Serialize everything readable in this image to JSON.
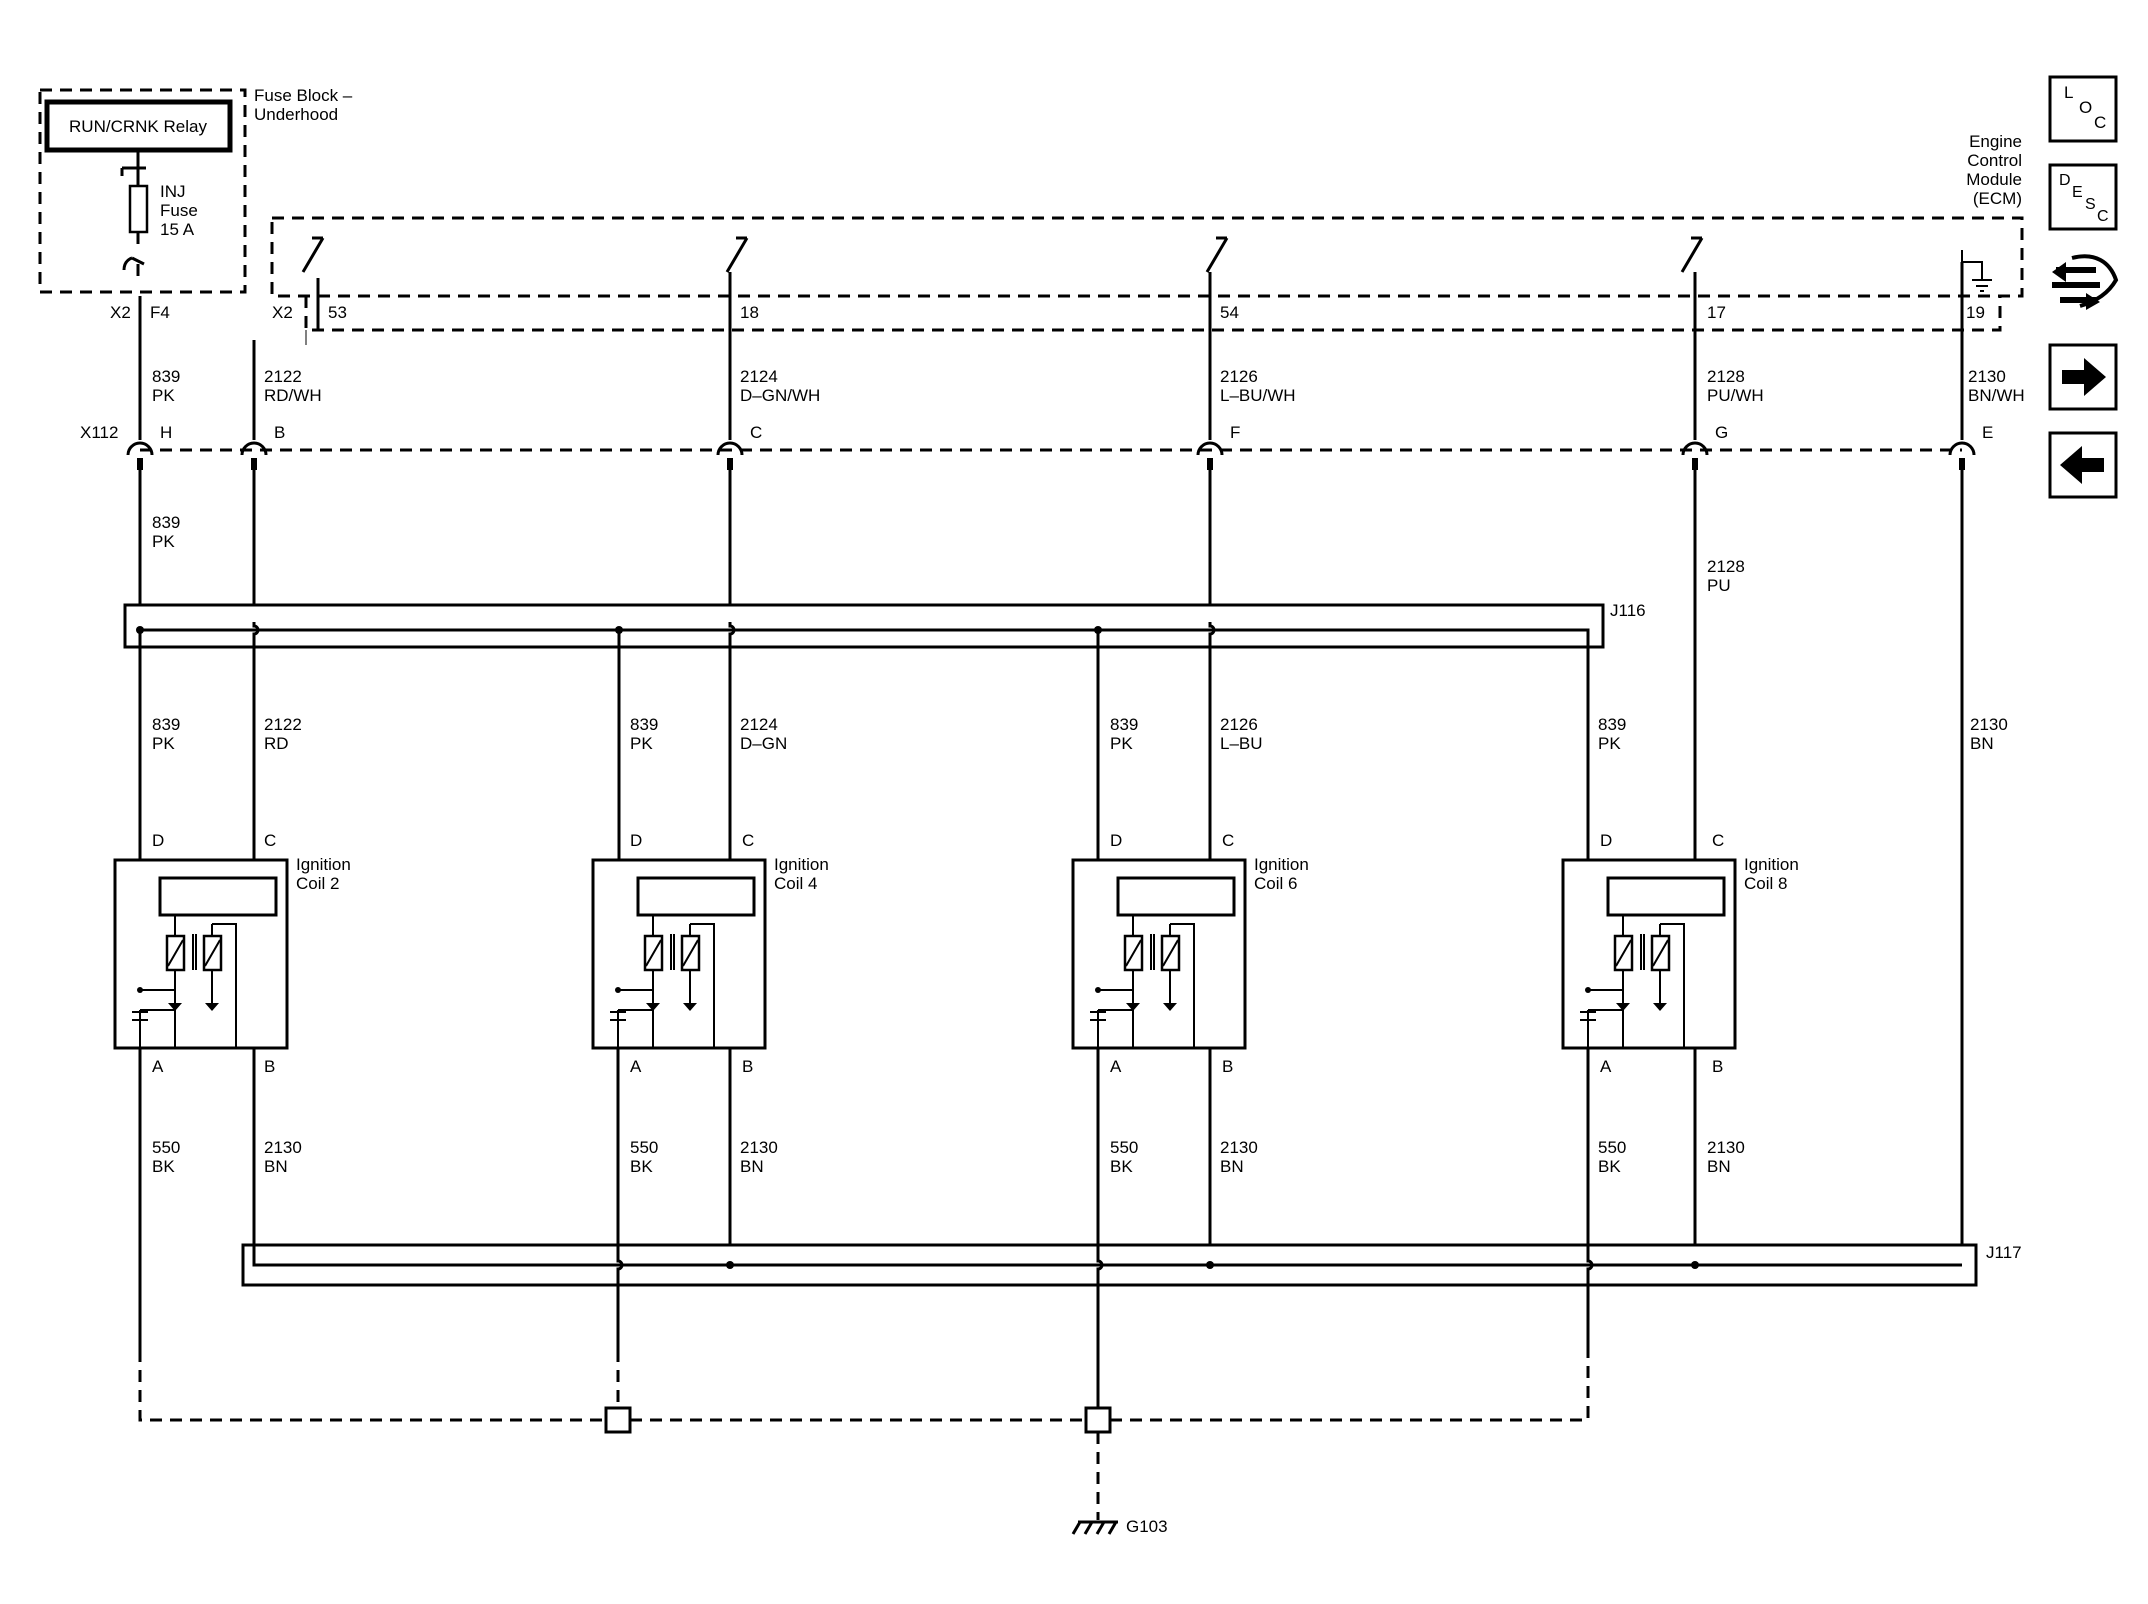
{
  "fuse_block": {
    "title_line1": "Fuse Block –",
    "title_line2": "Underhood",
    "relay": "RUN/CRNK Relay",
    "fuse_line1": "INJ",
    "fuse_line2": "Fuse",
    "fuse_line3": "15 A",
    "conn": "X2",
    "pin": "F4"
  },
  "ecm": {
    "title_lines": [
      "Engine",
      "Control",
      "Module",
      "(ECM)"
    ],
    "conn": "X2",
    "pins": [
      "53",
      "18",
      "54",
      "17",
      "19"
    ]
  },
  "top_wires": [
    {
      "circuit": "839",
      "color": "PK"
    },
    {
      "circuit": "2122",
      "color": "RD/WH"
    },
    {
      "circuit": "2124",
      "color": "D–GN/WH"
    },
    {
      "circuit": "2126",
      "color": "L–BU/WH"
    },
    {
      "circuit": "2128",
      "color": "PU/WH"
    },
    {
      "circuit": "2130",
      "color": "BN/WH"
    }
  ],
  "x112": {
    "name": "X112",
    "pins": [
      "H",
      "B",
      "C",
      "F",
      "G",
      "E"
    ]
  },
  "mid_wires": [
    {
      "circuit": "839",
      "color": "PK"
    },
    {
      "circuit": "2128",
      "color": "PU"
    }
  ],
  "splices": {
    "j116": "J116",
    "j117": "J117"
  },
  "coil_feed_wires": [
    {
      "pk_circuit": "839",
      "pk_color": "PK",
      "sig_circuit": "2122",
      "sig_color": "RD"
    },
    {
      "pk_circuit": "839",
      "pk_color": "PK",
      "sig_circuit": "2124",
      "sig_color": "D–GN"
    },
    {
      "pk_circuit": "839",
      "pk_color": "PK",
      "sig_circuit": "2126",
      "sig_color": "L–BU"
    },
    {
      "pk_circuit": "839",
      "pk_color": "PK",
      "sig_circuit": "2128",
      "sig_color": ""
    }
  ],
  "bn_wire": {
    "circuit": "2130",
    "color": "BN"
  },
  "coils": [
    {
      "name_line1": "Ignition",
      "name_line2": "Coil 2",
      "pins": [
        "D",
        "C",
        "A",
        "B"
      ]
    },
    {
      "name_line1": "Ignition",
      "name_line2": "Coil 4",
      "pins": [
        "D",
        "C",
        "A",
        "B"
      ]
    },
    {
      "name_line1": "Ignition",
      "name_line2": "Coil 6",
      "pins": [
        "D",
        "C",
        "A",
        "B"
      ]
    },
    {
      "name_line1": "Ignition",
      "name_line2": "Coil 8",
      "pins": [
        "D",
        "C",
        "A",
        "B"
      ]
    }
  ],
  "coil_ground_wires": [
    {
      "bk_circuit": "550",
      "bk_color": "BK",
      "bn_circuit": "2130",
      "bn_color": "BN"
    },
    {
      "bk_circuit": "550",
      "bk_color": "BK",
      "bn_circuit": "2130",
      "bn_color": "BN"
    },
    {
      "bk_circuit": "550",
      "bk_color": "BK",
      "bn_circuit": "2130",
      "bn_color": "BN"
    },
    {
      "bk_circuit": "550",
      "bk_color": "BK",
      "bn_circuit": "2130",
      "bn_color": "BN"
    }
  ],
  "ground": {
    "name": "G103"
  },
  "nav": {
    "loc": {
      "l1": "L",
      "l2": "O",
      "l3": "C"
    },
    "desc": {
      "l1": "D",
      "l2": "E",
      "l3": "S",
      "l4": "C"
    },
    "icons": [
      "loc-icon",
      "desc-icon",
      "connector-repair-icon",
      "next-arrow-icon",
      "previous-arrow-icon"
    ]
  }
}
